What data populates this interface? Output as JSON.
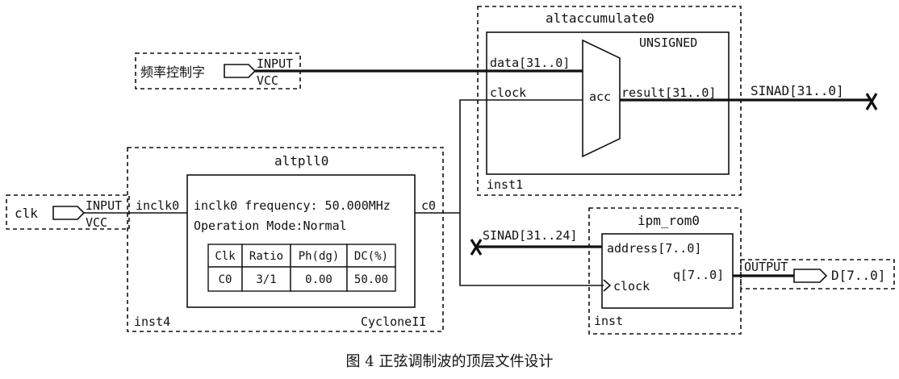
{
  "blocks": {
    "accumulator": {
      "name": "altaccumulate0",
      "mode": "UNSIGNED",
      "port_data": "data[31..0]",
      "port_clock": "clock",
      "core_label": "acc",
      "port_result": "result[31..0]",
      "instance": "inst1"
    },
    "pll": {
      "name": "altpll0",
      "port_in": "inclk0",
      "freq_text": "inclk0 frequency: 50.000MHz",
      "mode_text": "Operation Mode:Normal",
      "port_out": "c0",
      "instance": "inst4",
      "device": "CycloneII",
      "table": {
        "headers": [
          "Clk",
          "Ratio",
          "Ph(dg)",
          "DC(%)"
        ],
        "rows": [
          [
            "C0",
            "3/1",
            "0.00",
            "50.00"
          ]
        ]
      }
    },
    "rom": {
      "name": "ipm_rom0",
      "port_address": "address[7..0]",
      "port_clock": "clock",
      "port_q": "q[7..0]",
      "instance": "inst"
    }
  },
  "pins": {
    "freq_input": {
      "name": "频率控制字",
      "type": "INPUT",
      "default": "VCC"
    },
    "clk_input": {
      "name": "clk",
      "type": "INPUT",
      "default": "VCC"
    },
    "output": {
      "name": "D[7..0]",
      "type": "OUTPUT"
    }
  },
  "nets": {
    "sinad_full": "SINAD[31..0]",
    "sinad_slice": "SINAD[31..24]"
  },
  "caption": "图 4 正弦调制波的顶层文件设计"
}
